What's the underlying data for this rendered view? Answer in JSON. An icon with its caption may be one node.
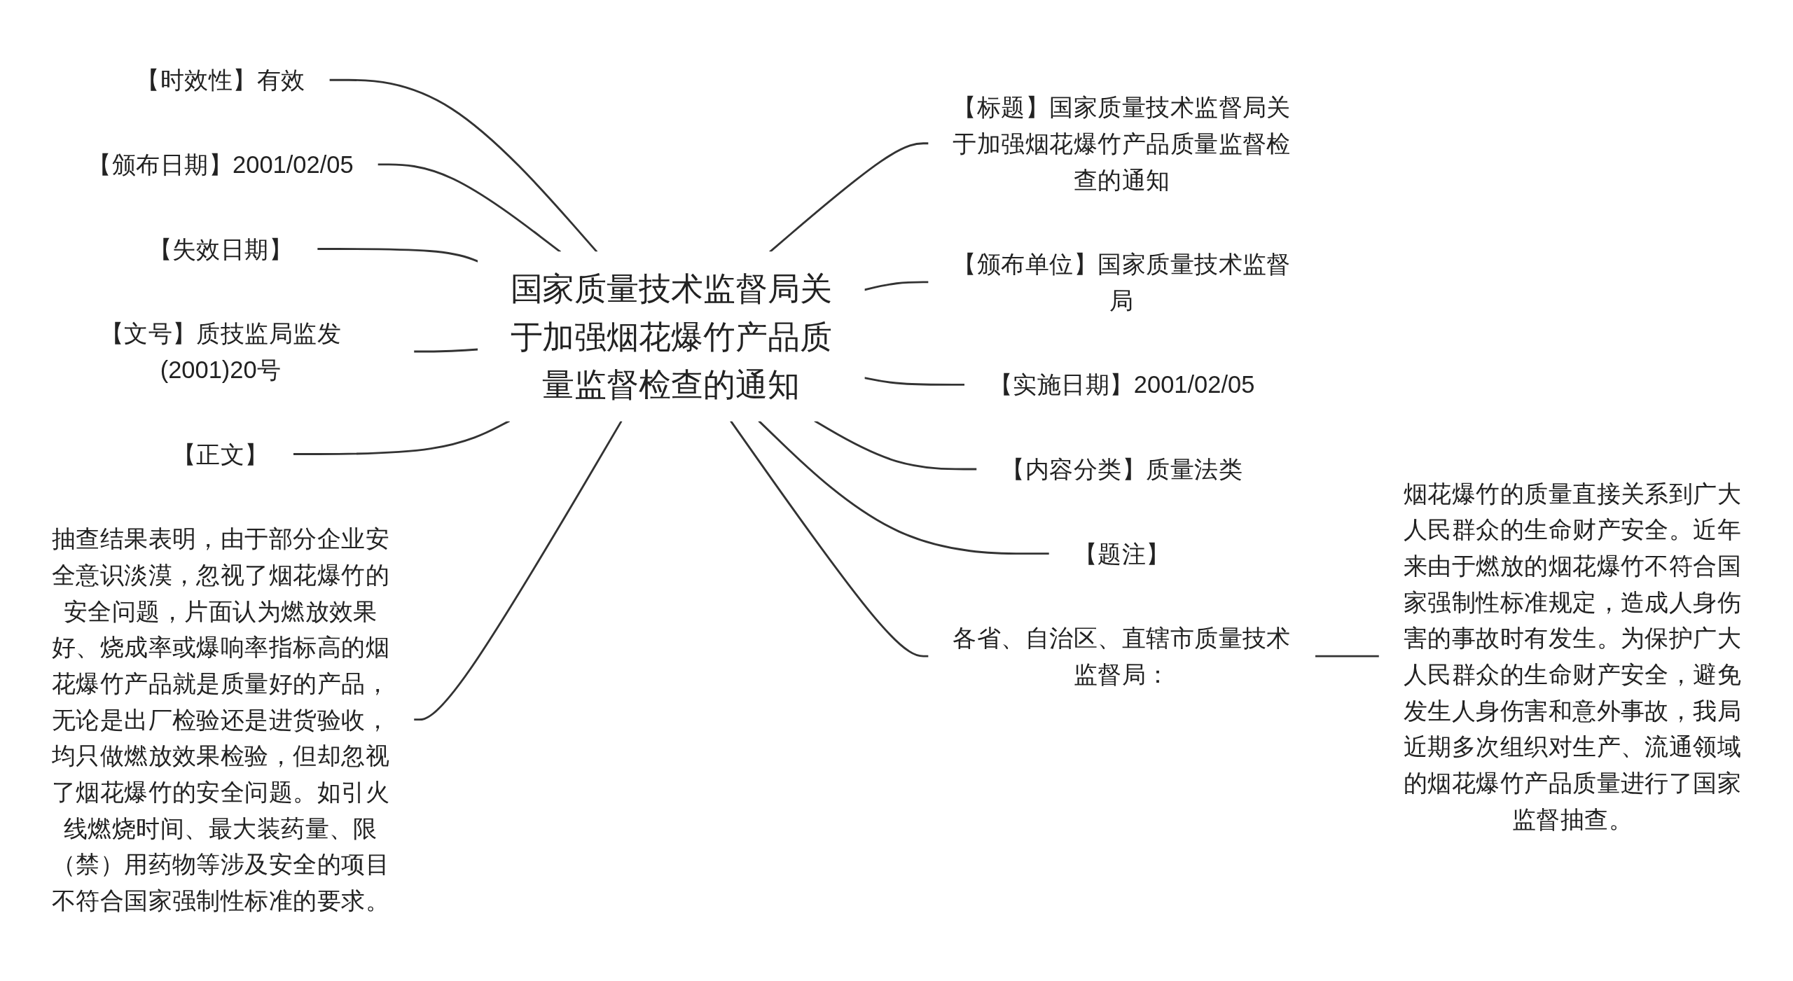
{
  "diagram": {
    "nodes": [
      {
        "text": [
          "国家质量技术监督局关于加强烟花爆竹产品质量监督检查的通知"
        ]
      },
      {
        "text": [
          "【时效性】有效"
        ]
      },
      {
        "text": [
          "【颁布日期】2001/02/05"
        ]
      },
      {
        "text": [
          "【失效日期】"
        ]
      },
      {
        "text": [
          "【文号】质技监局监发(2001)20号"
        ]
      },
      {
        "text": [
          "【正文】"
        ]
      },
      {
        "text": [
          "抽查结果表明，由于部分企业安全意识淡漠，忽视了烟花爆竹的安全问题，片面认为燃放效果好、烧成率或爆响率指标高的烟花爆竹产品就是质量好的产品，无论是出厂检验还是进货验收，均只做燃放效果检验，但却忽视了烟花爆竹的安全问题。如引火线燃烧时间、最大装药量、限（禁）用药物等涉及安全的项目不符合国家强制性标准的要求。"
        ]
      },
      {
        "text": [
          "【标题】国家质量技术监督局关于加强烟花爆竹产品质量监督检查的通知"
        ]
      },
      {
        "text": [
          "【颁布单位】国家质量技术监督局"
        ]
      },
      {
        "text": [
          "【实施日期】2001/02/05"
        ]
      },
      {
        "text": [
          "【内容分类】质量法类"
        ]
      },
      {
        "text": [
          "【题注】"
        ]
      },
      {
        "text": [
          "各省、自治区、直辖市质量技术监督局："
        ]
      },
      {
        "text": [
          "烟花爆竹的质量直接关系到广大人民群众的生命财产安全。近年来由于燃放的烟花爆竹不符合国家强制性标准规定，造成人身伤害的事故时有发生。为保护广大人民群众的生命财产安全，避免发生人身伤害和意外事故，我局近期多次组织对生产、流通领域的烟花爆竹产品质量进行了国家监督抽查。"
        ]
      }
    ],
    "edges": [
      {
        "from": 1,
        "to": 0,
        "arrow": "none"
      },
      {
        "from": 2,
        "to": 0,
        "arrow": "none"
      },
      {
        "from": 3,
        "to": 0,
        "arrow": "none"
      },
      {
        "from": 4,
        "to": 0,
        "arrow": "none"
      },
      {
        "from": 5,
        "to": 0,
        "arrow": "none"
      },
      {
        "from": 6,
        "to": 0,
        "arrow": "none"
      },
      {
        "from": 0,
        "to": 7,
        "arrow": "none"
      },
      {
        "from": 0,
        "to": 8,
        "arrow": "none"
      },
      {
        "from": 0,
        "to": 9,
        "arrow": "none"
      },
      {
        "from": 0,
        "to": 10,
        "arrow": "none"
      },
      {
        "from": 0,
        "to": 11,
        "arrow": "none"
      },
      {
        "from": 0,
        "to": 12,
        "arrow": "none"
      },
      {
        "from": 12,
        "to": 13,
        "arrow": "none"
      }
    ]
  }
}
